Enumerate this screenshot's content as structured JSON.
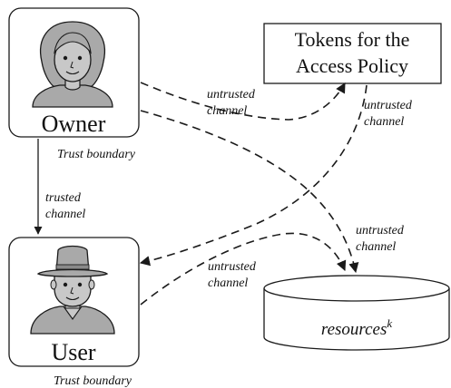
{
  "nodes": {
    "owner": {
      "label": "Owner",
      "boundary_label": "Trust boundary"
    },
    "user": {
      "label": "User",
      "boundary_label": "Trust boundary"
    },
    "policy": {
      "line1": "Tokens for the",
      "line2": "Access Policy"
    },
    "resources": {
      "label": "resources",
      "superscript": "k"
    }
  },
  "edges": {
    "owner_to_user": {
      "line1": "trusted",
      "line2": "channel"
    },
    "owner_to_policy": {
      "line1": "untrusted",
      "line2": "channel"
    },
    "policy_to_user": {
      "line1": "untrusted",
      "line2": "channel"
    },
    "owner_to_resources": {
      "line1": "untrusted",
      "line2": "channel"
    },
    "user_to_resources": {
      "line1": "untrusted",
      "line2": "channel"
    }
  },
  "colors": {
    "stroke": "#1a1a1a",
    "avatar_fill": "#a9a9a9",
    "avatar_skin": "#c8c8c8"
  }
}
